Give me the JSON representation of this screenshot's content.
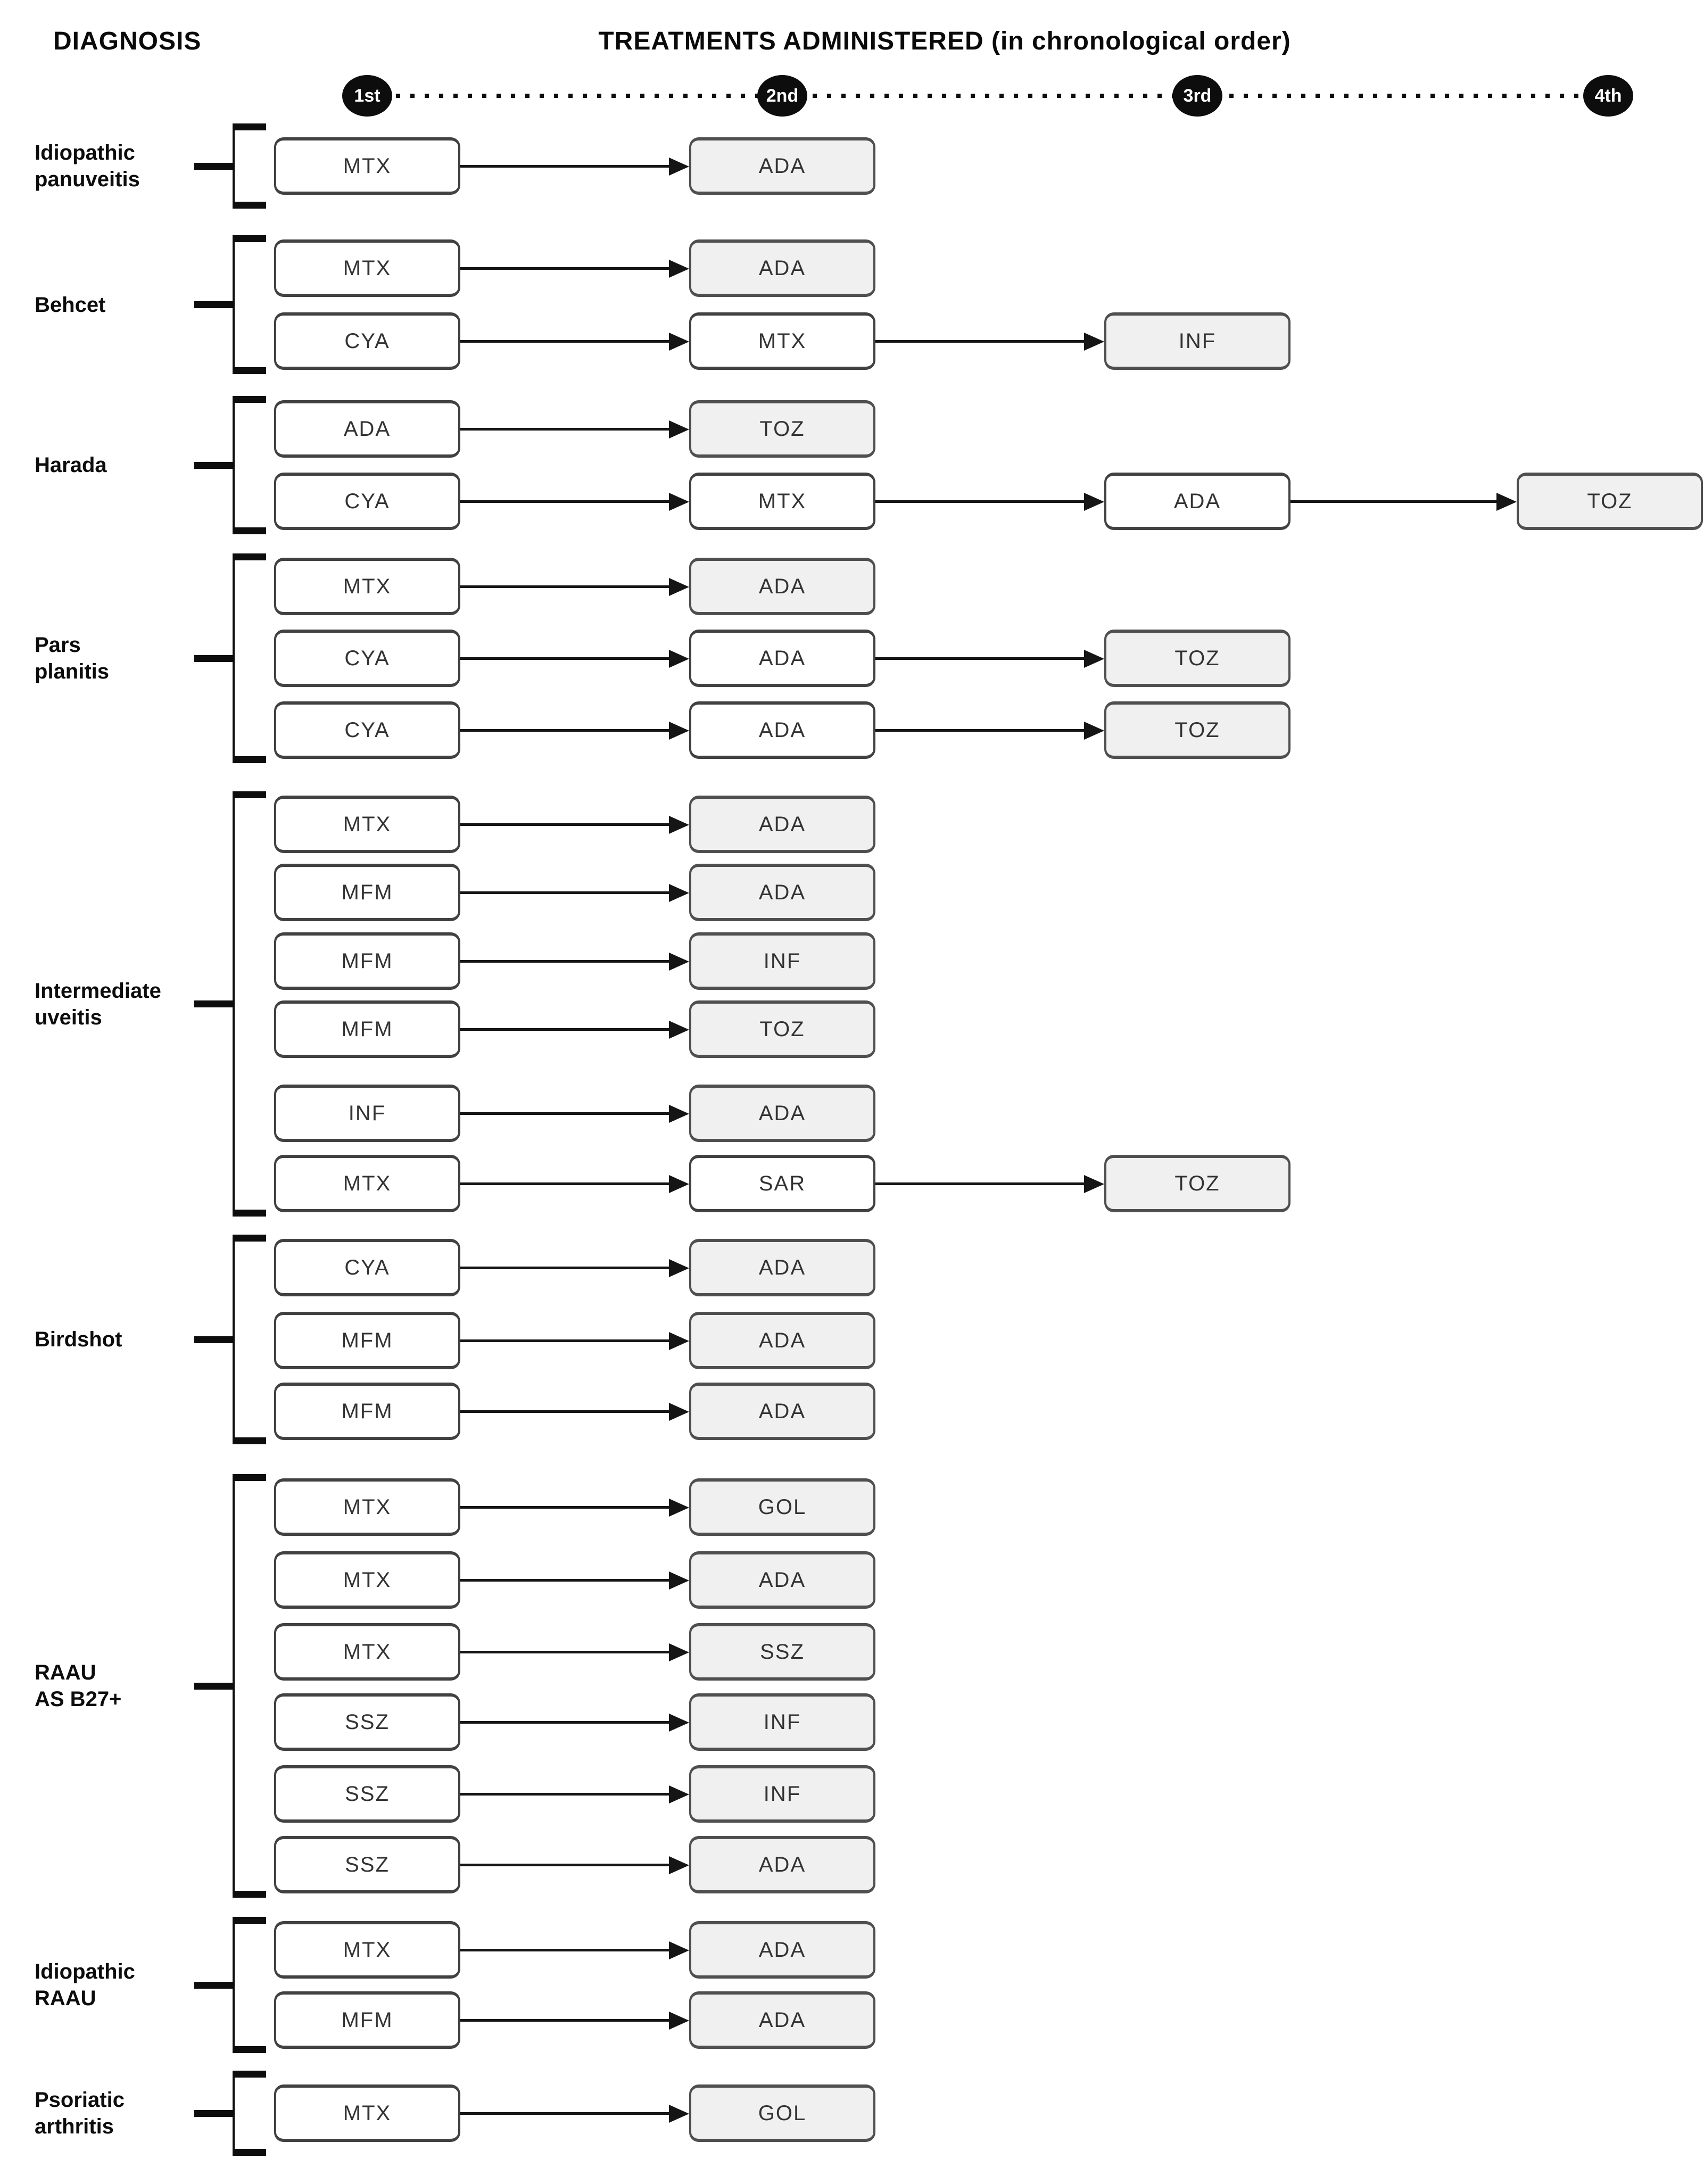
{
  "header": {
    "diagnosis_label": "DIAGNOSIS",
    "treatments_label": "TREATMENTS ADMINISTERED (in chronological order)"
  },
  "timeline": [
    "1st",
    "2nd",
    "3rd",
    "4th"
  ],
  "colors": {
    "background": "#ffffff",
    "box_fill": "#ffffff",
    "final_box_fill": "#f0f0f0",
    "box_border": "#414141",
    "box_text": "#333333",
    "arrow": "#151515",
    "bracket": "#0d0d0d",
    "label_text": "#0d0d0d",
    "timeline_marker_fill": "#0d0d0d",
    "timeline_marker_text": "#ffffff"
  },
  "groups": [
    {
      "label": "Idiopathic panuveitis",
      "label_lines": [
        "Idiopathic",
        "panuveitis"
      ],
      "sequences": [
        [
          "MTX",
          "ADA"
        ]
      ]
    },
    {
      "label": "Behcet",
      "label_lines": [
        "Behcet"
      ],
      "sequences": [
        [
          "MTX",
          "ADA"
        ],
        [
          "CYA",
          "MTX",
          "INF"
        ]
      ]
    },
    {
      "label": "Harada",
      "label_lines": [
        "Harada"
      ],
      "sequences": [
        [
          "ADA",
          "TOZ"
        ],
        [
          "CYA",
          "MTX",
          "ADA",
          "TOZ"
        ]
      ]
    },
    {
      "label": "Pars planitis",
      "label_lines": [
        "Pars",
        "planitis"
      ],
      "sequences": [
        [
          "MTX",
          "ADA"
        ],
        [
          "CYA",
          "ADA",
          "TOZ"
        ],
        [
          "CYA",
          "ADA",
          "TOZ"
        ]
      ]
    },
    {
      "label": "Intermediate uveitis",
      "label_lines": [
        "Intermediate",
        "uveitis"
      ],
      "sequences": [
        [
          "MTX",
          "ADA"
        ],
        [
          "MFM",
          "ADA"
        ],
        [
          "MFM",
          "INF"
        ],
        [
          "MFM",
          "TOZ"
        ],
        [
          "INF",
          "ADA"
        ],
        [
          "MTX",
          "SAR",
          "TOZ"
        ]
      ]
    },
    {
      "label": "Birdshot",
      "label_lines": [
        "Birdshot"
      ],
      "sequences": [
        [
          "CYA",
          "ADA"
        ],
        [
          "MFM",
          "ADA"
        ],
        [
          "MFM",
          "ADA"
        ]
      ]
    },
    {
      "label": "RAAU AS B27+",
      "label_lines": [
        "RAAU",
        "AS B27+"
      ],
      "sequences": [
        [
          "MTX",
          "GOL"
        ],
        [
          "MTX",
          "ADA"
        ],
        [
          "MTX",
          "SSZ"
        ],
        [
          "SSZ",
          "INF"
        ],
        [
          "SSZ",
          "INF"
        ],
        [
          "SSZ",
          "ADA"
        ]
      ]
    },
    {
      "label": "Idiopathic RAAU",
      "label_lines": [
        "Idiopathic",
        "RAAU"
      ],
      "sequences": [
        [
          "MTX",
          "ADA"
        ],
        [
          "MFM",
          "ADA"
        ]
      ]
    },
    {
      "label": "Psoriatic arthritis",
      "label_lines": [
        "Psoriatic",
        "arthritis"
      ],
      "sequences": [
        [
          "MTX",
          "GOL"
        ]
      ]
    }
  ]
}
